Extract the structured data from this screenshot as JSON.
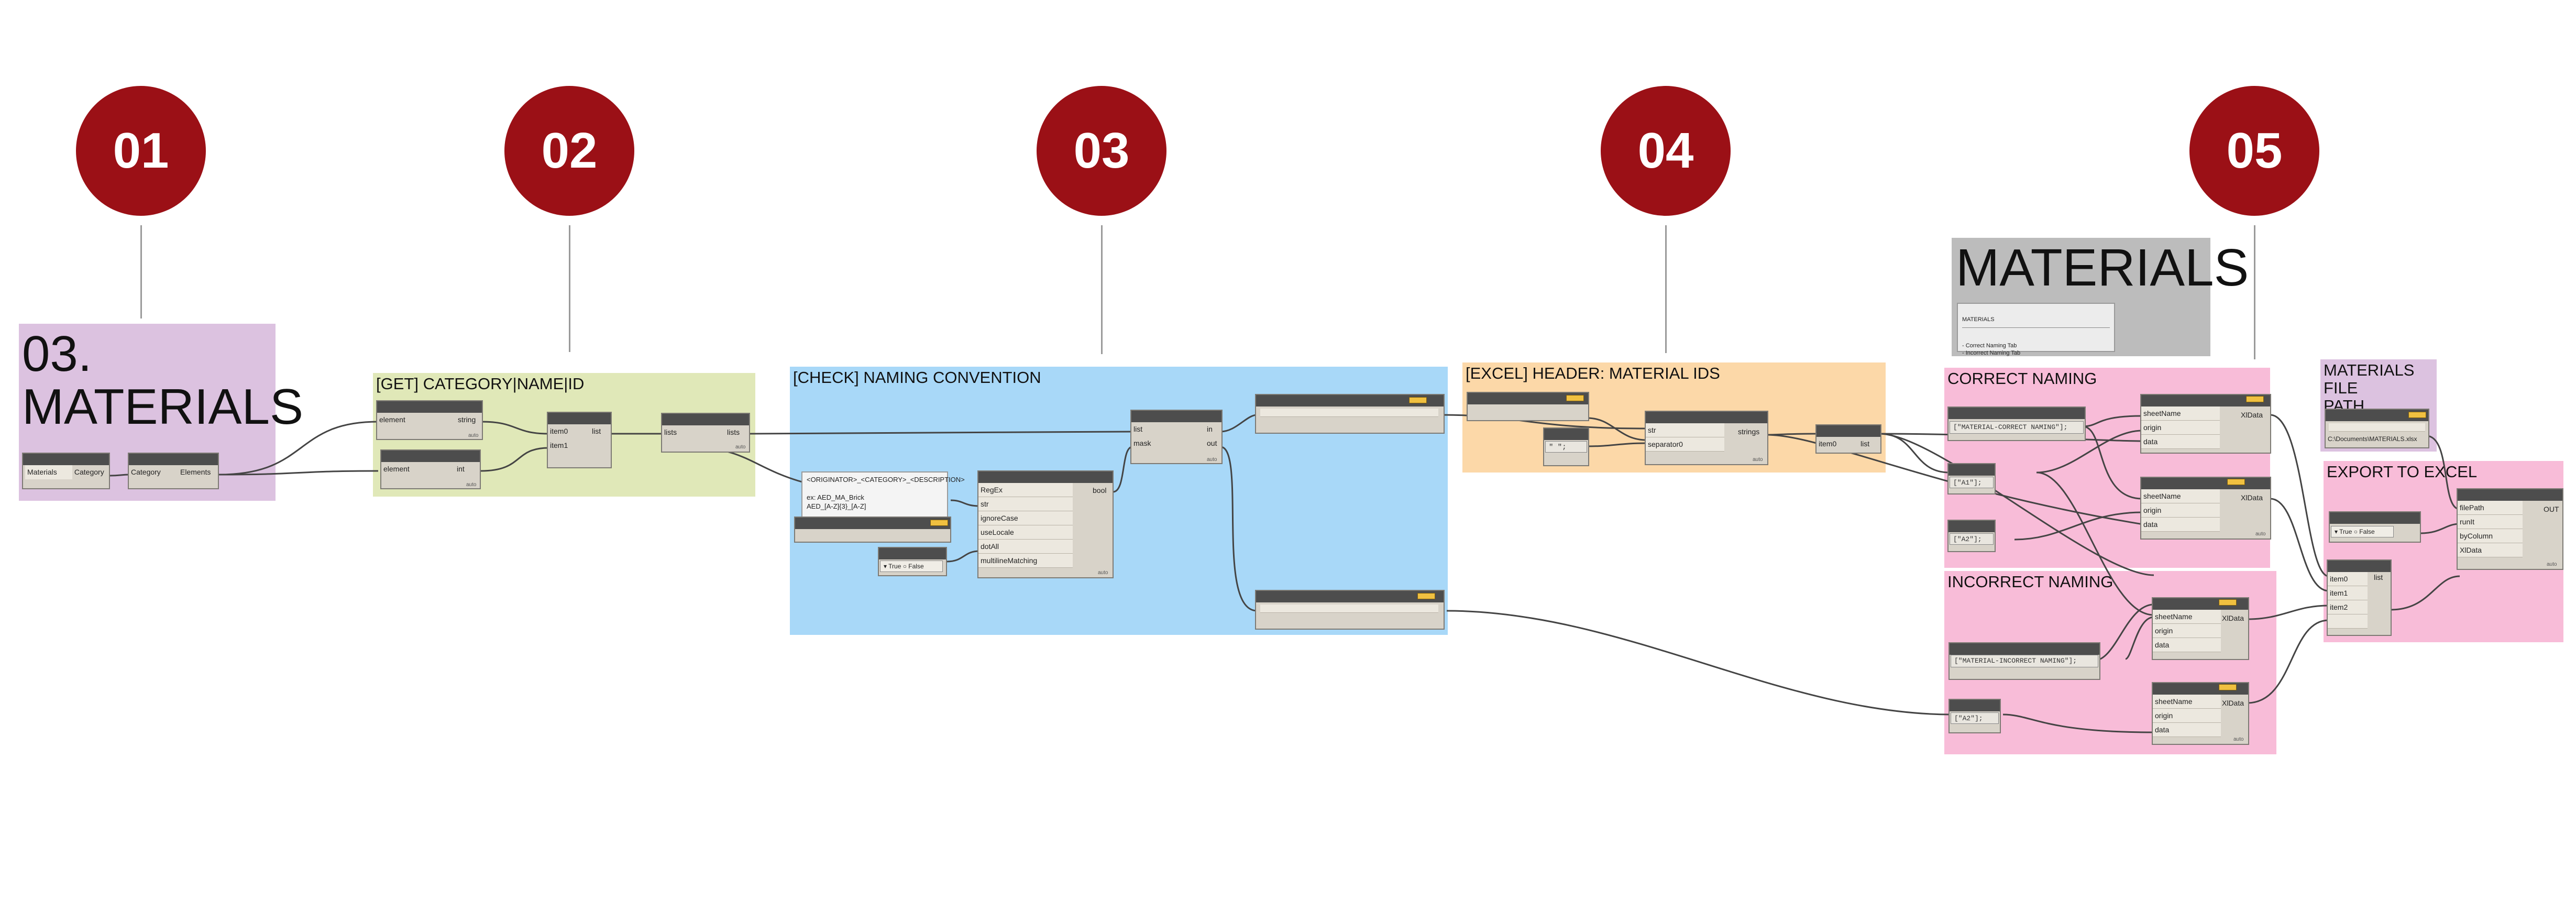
{
  "steps": [
    "01",
    "02",
    "03",
    "04",
    "05"
  ],
  "groups": {
    "materials_header": "03.\nMATERIALS",
    "get": "[GET] CATEGORY|NAME|ID",
    "check": "[CHECK] NAMING CONVENTION",
    "excel": "[EXCEL] HEADER: MATERIAL IDS",
    "correct": "CORRECT NAMING",
    "incorrect": "INCORRECT NAMING",
    "file_path": "MATERIALS FILE\nPATH",
    "export": "EXPORT TO EXCEL",
    "materials_banner": "MATERIALS"
  },
  "banner_note": {
    "title": "MATERIALS",
    "lines": "- Correct Naming Tab\n- Incorrect Naming Tab"
  },
  "note_pattern": "<ORIGINATOR>_<CATEGORY>_<DESCRIPTION>\n\nex: AED_MA_Brick\nAED_[A-Z]{3}_[A-Z]",
  "ports": {
    "categories": {
      "value": "Materials",
      "out": "Category"
    },
    "all_elements": {
      "in": "Category",
      "out": "Elements"
    },
    "elem_name": {
      "in": "element",
      "out": "string"
    },
    "elem_id": {
      "in": "element",
      "out": "int"
    },
    "list_create": {
      "in0": "item0",
      "in1": "item1",
      "out": "list"
    },
    "transpose": {
      "in": "lists",
      "out": "lists"
    },
    "filter": {
      "in0": "list",
      "in1": "mask",
      "out0": "in",
      "out1": "out"
    },
    "regex": {
      "in0": "RegEx",
      "in1": "str",
      "in2": "ignoreCase",
      "in3": "useLocale",
      "in4": "dotAll",
      "in5": "multilineMatching",
      "out": "bool"
    },
    "bool_toggle": {
      "true": "True",
      "false": "False"
    },
    "concat": {
      "in0": "str",
      "in1": "separator0",
      "out": "strings"
    },
    "get_item": {
      "in": "item0",
      "out": "list"
    },
    "write_excel": {
      "in0": "sheetName",
      "in1": "origin",
      "in2": "data",
      "out": "XlData"
    },
    "list_join": {
      "in0": "item0",
      "in1": "item1",
      "in2": "item2",
      "out": "list"
    },
    "export": {
      "in0": "filePath",
      "in1": "runIt",
      "in2": "byColumn",
      "in3": "XlData",
      "out": "OUT"
    },
    "export_toggle": {
      "true": "True",
      "false": "False"
    }
  },
  "code_blocks": {
    "separator": "\" \";",
    "sheet_correct": "[\"MATERIAL-CORRECT NAMING\"];",
    "origin_a1": "[\"A1\"];",
    "origin_a2_correct": "[\"A2\"];",
    "sheet_incorrect": "[\"MATERIAL-INCORRECT NAMING\"];",
    "origin_a2_incorrect": "[\"A2\"];"
  },
  "file_path": "C:\\Documents\\MATERIALS.xlsx",
  "auto_label": "auto",
  "colors": {
    "step_circle": "#9b1016",
    "group_purple": "#dcc2e0",
    "group_green": "#e0e8b8",
    "group_blue": "#a8d8f8",
    "group_orange": "#fcd8a8",
    "group_pink": "#f8bcd8",
    "banner_gray": "#bcbcbc",
    "node_header": "#4d4d4d",
    "node_body": "#d8d3c9",
    "wire": "#444444"
  }
}
